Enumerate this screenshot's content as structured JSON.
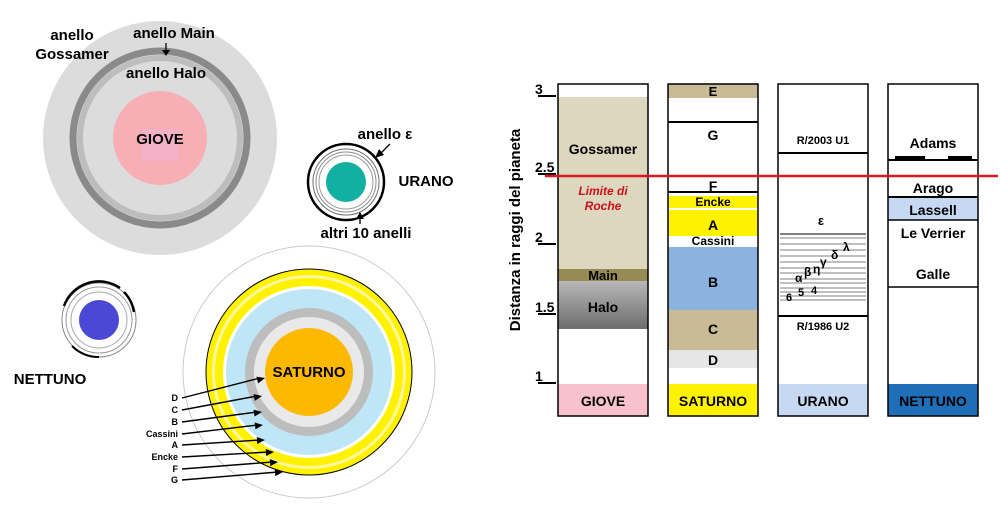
{
  "left_panel": {
    "jupiter": {
      "planet": "GIOVE",
      "gossamer_label_line1": "anello",
      "gossamer_label_line2": "Gossamer",
      "main_label": "anello Main",
      "halo_label": "anello  Halo"
    },
    "uranus": {
      "planet": "URANO",
      "epsilon_label": "anello ε",
      "others_label": "altri 10 anelli"
    },
    "neptune": {
      "planet": "NETTUNO"
    },
    "saturn": {
      "planet": "SATURNO",
      "ring_labels": [
        "D",
        "C",
        "B",
        "Cassini",
        "A",
        "Encke",
        "F",
        "G"
      ]
    }
  },
  "right_panel": {
    "y_axis_label": "Distanza  in  raggi  del  pianeta",
    "y_ticks": [
      "1",
      "1.5",
      "2",
      "2.5",
      "3"
    ],
    "roche_line": {
      "label_line1": "Limite di",
      "label_line2": "Roche",
      "color": "#e0161e"
    },
    "columns": [
      {
        "planet": "GIOVE",
        "base_color": "#f7c2cc",
        "bands": [
          {
            "label": "Gossamer",
            "from": 1.72,
            "to": 2.95,
            "color": "#ded7bf"
          },
          {
            "label": "Main",
            "from": 1.7,
            "to": 1.78,
            "color": "#968a55"
          },
          {
            "label": "Halo",
            "from": 1.38,
            "to": 1.7,
            "color": "#8f8f8f"
          }
        ]
      },
      {
        "planet": "SATURNO",
        "base_color": "#fff200",
        "bands": [
          {
            "label": "E",
            "from": 2.9,
            "to": 3.0,
            "color": "#c8bb96"
          },
          {
            "label": "G",
            "from": 2.73,
            "to": 2.74,
            "color": "#000000"
          },
          {
            "label": "F",
            "from": 2.33,
            "to": 2.34,
            "color": "#000000"
          },
          {
            "label": "Encke",
            "from": 2.26,
            "to": 2.3,
            "color": "#fff200"
          },
          {
            "label": "A",
            "from": 2.04,
            "to": 2.23,
            "color": "#fff200"
          },
          {
            "label": "Cassini",
            "from": 2.0,
            "to": 2.04,
            "color": "#ffffff"
          },
          {
            "label": "B",
            "from": 1.53,
            "to": 1.95,
            "color": "#8cb3e0"
          },
          {
            "label": "C",
            "from": 1.24,
            "to": 1.53,
            "color": "#c8bb96"
          },
          {
            "label": "D",
            "from": 1.11,
            "to": 1.24,
            "color": "#e6e6e6"
          }
        ]
      },
      {
        "planet": "URANO",
        "base_color": "#c7d9f2",
        "labels": [
          "R/2003 U1",
          "ε",
          "λ",
          "δ",
          "γ",
          "η",
          "β",
          "α",
          "4",
          "5",
          "6",
          "R/1986 U2"
        ]
      },
      {
        "planet": "NETTUNO",
        "base_color": "#1f6fb8",
        "labels": [
          "Adams",
          "Arago",
          "Lassell",
          "Le Verrier",
          "Galle"
        ],
        "lassell_color": "#c7d9f2"
      }
    ]
  }
}
